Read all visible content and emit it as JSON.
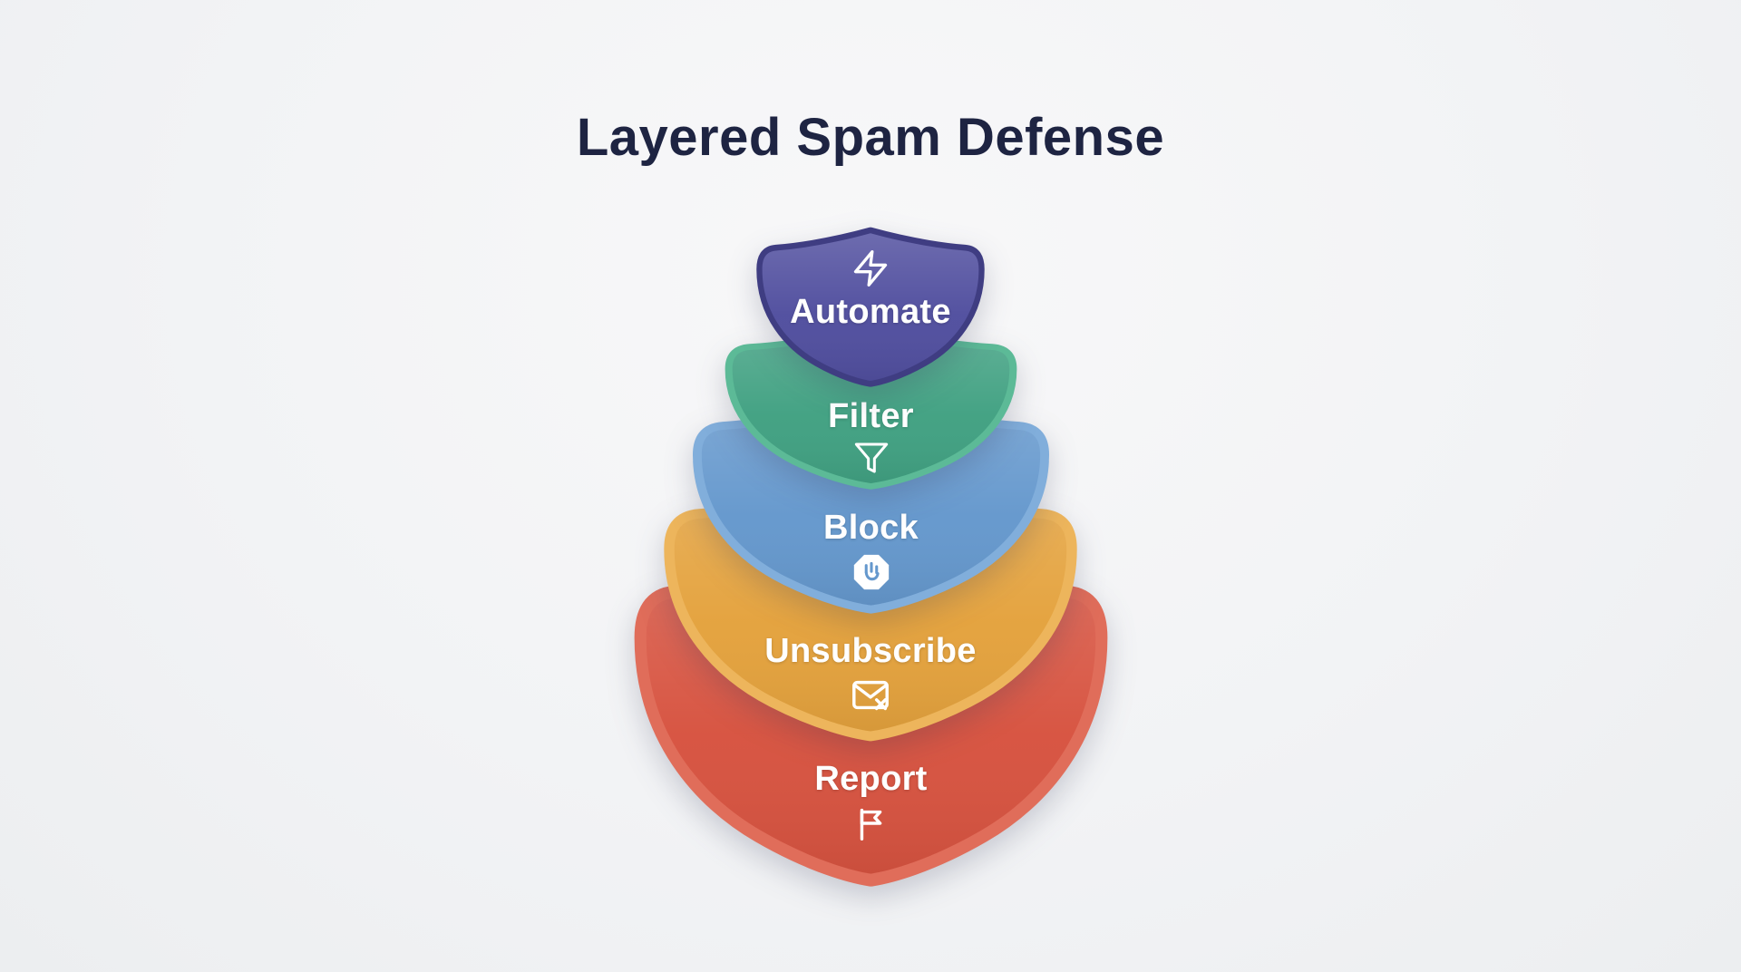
{
  "background": "#f4f5f6",
  "title": {
    "text": "Layered Spam Defense",
    "color": "#1e2442"
  },
  "layers": [
    {
      "label": "Automate",
      "icon": "lightning-icon",
      "fill": "#514f9f",
      "rim": "#3f3d82"
    },
    {
      "label": "Filter",
      "icon": "funnel-icon",
      "fill": "#41a182",
      "rim": "#5cba97"
    },
    {
      "label": "Block",
      "icon": "stop-hand-icon",
      "fill": "#6598cd",
      "rim": "#81aedb"
    },
    {
      "label": "Unsubscribe",
      "icon": "envelope-x-icon",
      "fill": "#e4a23d",
      "rim": "#edb55c"
    },
    {
      "label": "Report",
      "icon": "flag-icon",
      "fill": "#d75340",
      "rim": "#e06d5a"
    }
  ]
}
